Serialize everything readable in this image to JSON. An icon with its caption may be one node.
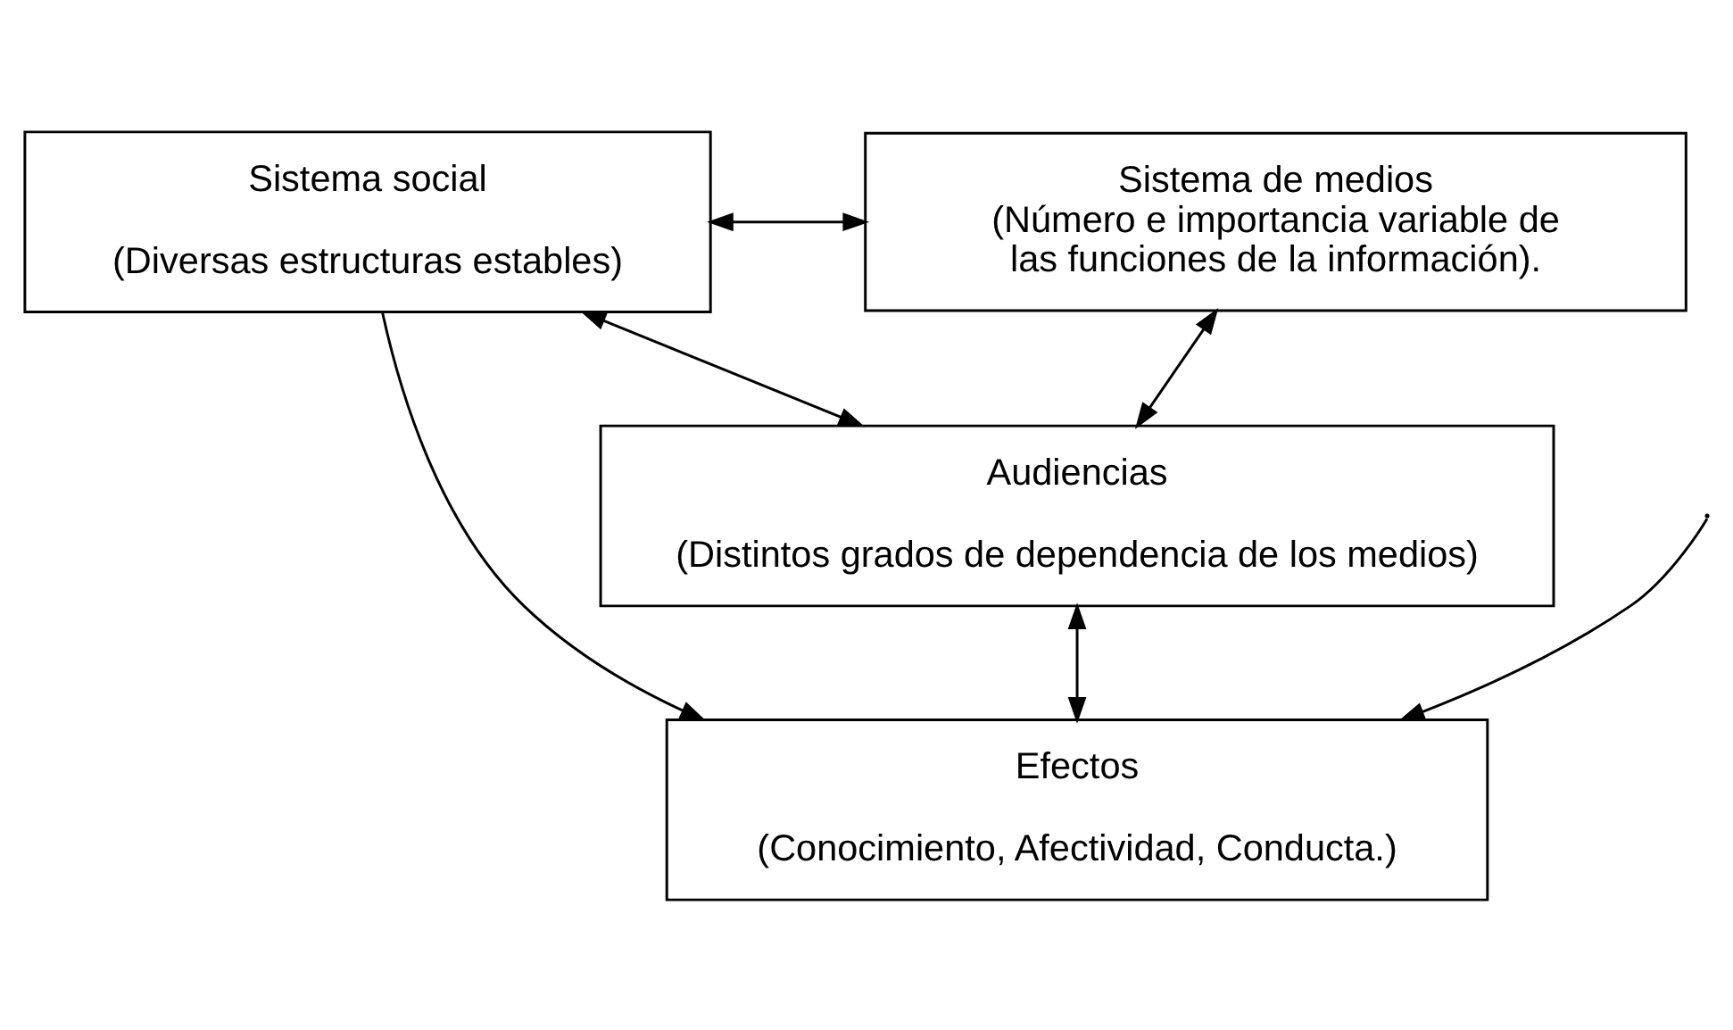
{
  "diagram": {
    "nodes": [
      {
        "text": [
          "Sistema social",
          "(Diversas estructuras estables)"
        ]
      },
      {
        "text": [
          "Sistema de medios",
          "(Número e importancia variable de las funciones de la información)."
        ]
      },
      {
        "text": [
          "Audiencias",
          "(Distintos grados de dependencia de los medios)"
        ]
      },
      {
        "text": [
          "Efectos",
          "(Conocimiento, Afectividad, Conducta.)"
        ]
      }
    ],
    "edges": [
      {
        "from": 0,
        "to": 1,
        "arrow": "both"
      },
      {
        "from": 0,
        "to": 2,
        "arrow": "both"
      },
      {
        "from": 1,
        "to": 2,
        "arrow": "both"
      },
      {
        "from": 2,
        "to": 3,
        "arrow": "both"
      },
      {
        "from": 0,
        "to": 3,
        "arrow": "to"
      },
      {
        "from": null,
        "to": 3,
        "arrow": "to"
      }
    ]
  }
}
